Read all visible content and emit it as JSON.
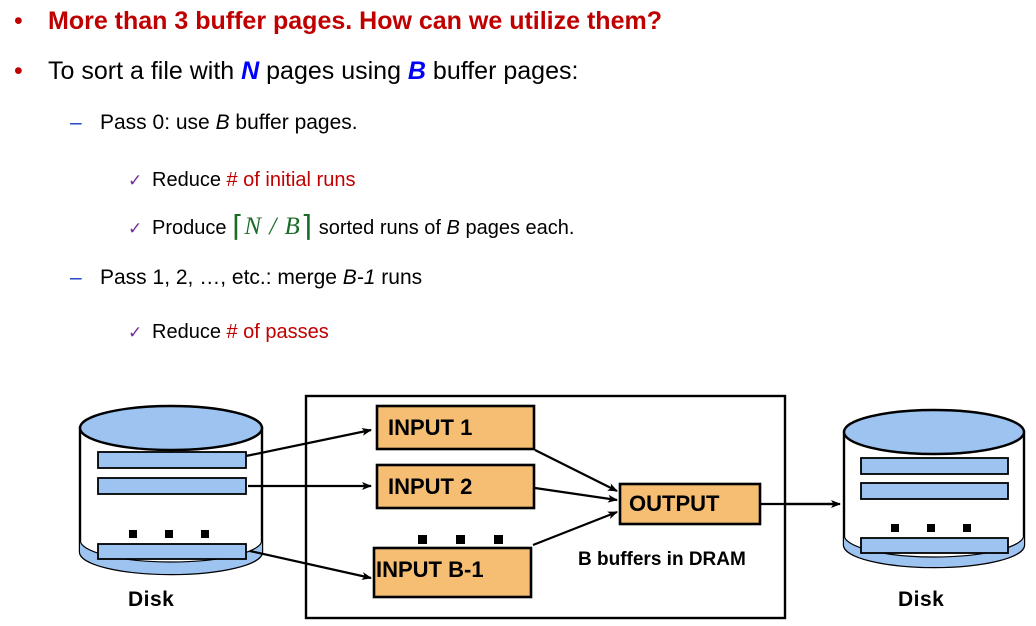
{
  "slide": {
    "bullets": [
      {
        "level": 1,
        "marker": "•",
        "text": "More than 3 buffer pages.  How can we utilize them?",
        "style": "red-bold"
      },
      {
        "level": 1,
        "marker": "•",
        "parts": [
          {
            "t": "To sort a file with ",
            "s": "black"
          },
          {
            "t": "N",
            "s": "blue-italic-bold"
          },
          {
            "t": " pages using ",
            "s": "black"
          },
          {
            "t": "B",
            "s": "blue-italic-bold"
          },
          {
            "t": " buffer pages:",
            "s": "black"
          }
        ]
      },
      {
        "level": 2,
        "marker": "–",
        "parts": [
          {
            "t": "Pass 0: use ",
            "s": "black"
          },
          {
            "t": "B",
            "s": "italic"
          },
          {
            "t": " buffer pages.",
            "s": "black"
          }
        ]
      },
      {
        "level": 3,
        "marker": "✓",
        "parts": [
          {
            "t": "Reduce ",
            "s": "black"
          },
          {
            "t": "# of initial runs",
            "s": "red"
          }
        ]
      },
      {
        "level": 3,
        "marker": "✓",
        "formula": "⌈ N / B ⌉",
        "parts": [
          {
            "t": "Produce ",
            "s": "black"
          },
          {
            "t": "⌈N / B⌉",
            "s": "formula"
          },
          {
            "t": " sorted runs of ",
            "s": "black"
          },
          {
            "t": "B",
            "s": "italic"
          },
          {
            "t": " pages each.",
            "s": "black"
          }
        ]
      },
      {
        "level": 2,
        "marker": "–",
        "parts": [
          {
            "t": "Pass 1, 2, …,  etc.: merge ",
            "s": "black"
          },
          {
            "t": "B-1",
            "s": "italic"
          },
          {
            "t": " runs",
            "s": "black"
          }
        ]
      },
      {
        "level": 3,
        "marker": "✓",
        "parts": [
          {
            "t": "Reduce ",
            "s": "black"
          },
          {
            "t": "# of passes",
            "s": "red"
          }
        ]
      }
    ],
    "line1": {
      "marker": "•",
      "text": "More than 3 buffer pages.  How can we utilize them?"
    },
    "line2": {
      "marker": "•",
      "a": "To sort a file with ",
      "n": "N",
      "b": " pages using ",
      "c": "B",
      "d": " buffer pages:"
    },
    "line3": {
      "marker": "–",
      "a": "Pass 0: use ",
      "b": "B",
      "c": " buffer pages."
    },
    "line4": {
      "marker": "✓",
      "a": "Reduce ",
      "b": "# of initial runs"
    },
    "line5": {
      "marker": "✓",
      "a": "Produce ",
      "f_open": "⌈",
      "f_n": "N",
      "f_slash": " / ",
      "f_b": "B",
      "f_close": "⌉",
      "b": " sorted runs of ",
      "c": "B",
      "d": " pages each."
    },
    "line6": {
      "marker": "–",
      "a": "Pass 1, 2, …,  etc.: merge ",
      "b": "B-1",
      "c": " runs"
    },
    "line7": {
      "marker": "✓",
      "a": "Reduce ",
      "b": "# of passes"
    }
  },
  "diagram": {
    "disk_left_label": "Disk",
    "disk_right_label": "Disk",
    "buffers": [
      {
        "id": "input1",
        "label": "INPUT 1"
      },
      {
        "id": "input2",
        "label": "INPUT 2"
      },
      {
        "id": "inputb1",
        "label": "INPUT B-1"
      },
      {
        "id": "output",
        "label": "OUTPUT"
      }
    ],
    "input1_label": "INPUT 1",
    "input2_label": "INPUT 2",
    "inputb1_label": "INPUT B-1",
    "output_label": "OUTPUT",
    "dram_caption": "B buffers in DRAM",
    "ellipsis_glyph": "▪ ▪ ▪"
  },
  "colors": {
    "accent_red": "#C00000",
    "variable_blue": "#0000FF",
    "formula_green": "#1D6B28",
    "check_purple": "#7030A0",
    "dash_blue": "#1F3FBF",
    "buffer_orange": "#F5BE72",
    "disk_blue": "#9DC3F0",
    "outline_black": "#000000"
  }
}
